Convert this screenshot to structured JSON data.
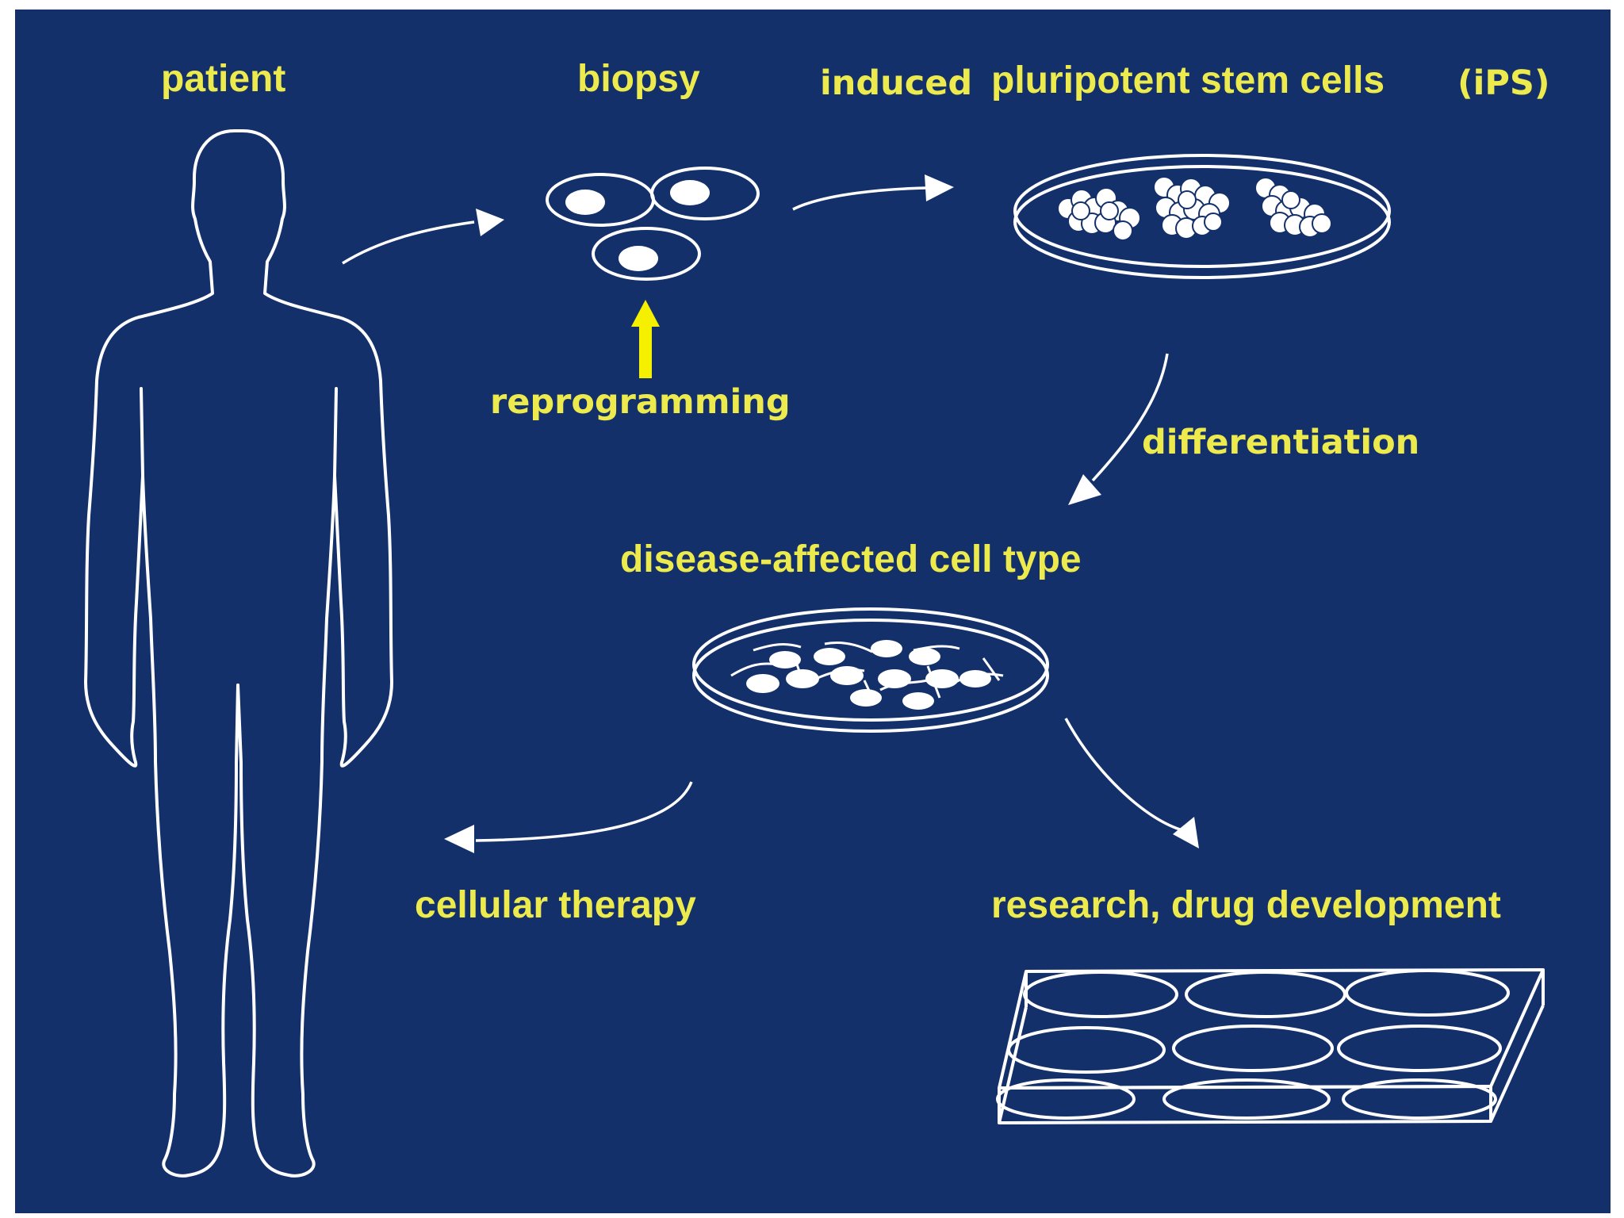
{
  "colors": {
    "background": "#13306a",
    "label_text": "#ecea4c",
    "outline": "#ffffff",
    "reprogramming_arrow": "#f4f000"
  },
  "labels": {
    "patient": "patient",
    "biopsy": "biopsy",
    "ips_prefix": "induced",
    "ips_main": "pluripotent stem cells",
    "ips_suffix": "(iPS)",
    "reprogramming": "reprogramming",
    "differentiation": "differentiation",
    "disease_cell_type": "disease-affected cell type",
    "cellular_therapy": "cellular therapy",
    "research": "research, drug development"
  },
  "icons": [
    "human-silhouette-icon",
    "biopsy-cells-icon",
    "ips-colony-dish-icon",
    "differentiated-cells-dish-icon",
    "multiwell-plate-icon"
  ]
}
